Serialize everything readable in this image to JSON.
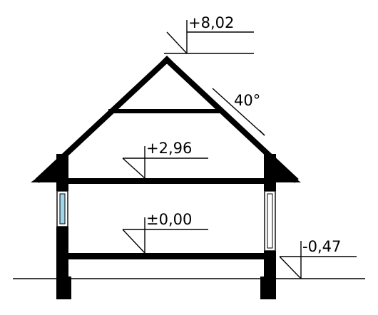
{
  "drawing": {
    "elevations": {
      "ridge": "+8,02",
      "first_floor": "+2,96",
      "ground_floor": "±0,00",
      "terrain": "-0,47"
    },
    "roof_pitch": "40°"
  },
  "colors": {
    "structure": "#000000",
    "window_glass": "#9fd6ea",
    "background": "#ffffff"
  }
}
